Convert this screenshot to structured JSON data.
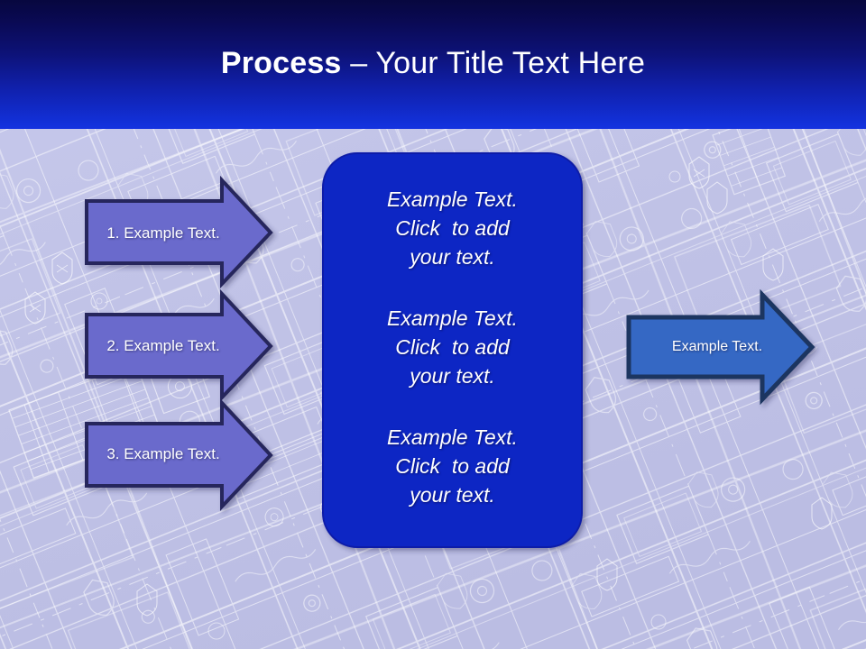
{
  "slide": {
    "title": {
      "bold_part": "Process",
      "rest_part": " – Your Title Text Here"
    }
  },
  "colors": {
    "title_gradient_top": "#07073f",
    "title_gradient_bottom": "#1230d8",
    "background_base": "#c2c4e8",
    "blueprint_line": "#ffffff",
    "left_arrow_fill": "#6b6bcc",
    "left_arrow_border": "#28285c",
    "center_box_fill": "#1126c4",
    "right_arrow_fill": "#3668c4",
    "right_arrow_border": "#1c3460",
    "text_white": "#ffffff"
  },
  "left_arrows": [
    {
      "label": "1. Example Text."
    },
    {
      "label": "2. Example Text."
    },
    {
      "label": "3. Example Text."
    }
  ],
  "center_box": {
    "blocks": [
      {
        "line1": "Example Text.",
        "line2": "Click  to add",
        "line3": "your text."
      },
      {
        "line1": "Example Text.",
        "line2": "Click  to add",
        "line3": "your text."
      },
      {
        "line1": "Example Text.",
        "line2": "Click  to add",
        "line3": "your text."
      }
    ]
  },
  "right_arrow": {
    "label": "Example Text."
  }
}
